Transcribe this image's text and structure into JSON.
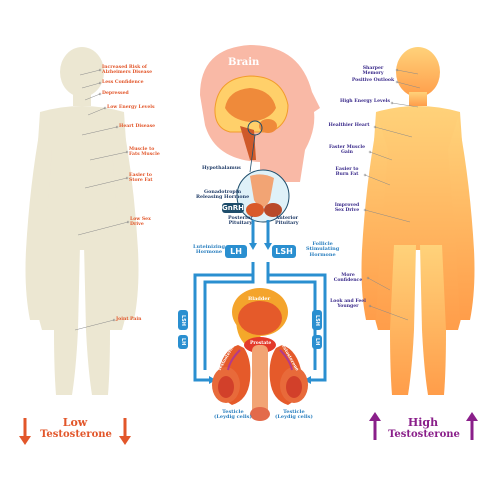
{
  "brain": {
    "title": "Brain",
    "hypothalamus": "Hypothalamus",
    "gnrh_full": "Gonadotropin\nReleasing Hormone",
    "gnrh": "GnRH",
    "posterior": "Posterior\nPituitary",
    "anterior": "Anterior\nPituitary"
  },
  "hormones": {
    "lh": "LH",
    "lsh": "LSH",
    "lh_full": "Luteinizing\nHormone",
    "lsh_full": "Follicle\nStimulating\nHormone"
  },
  "lower": {
    "bladder": "Bladder",
    "prostate": "Prostate",
    "testosterone": "Testosterone",
    "testicle_left": "Testicle\n(Leydig cells)",
    "testicle_right": "Testicle\n(Leydig cells)",
    "side_lsh": "LSH",
    "side_lh": "LH"
  },
  "low_effects": [
    "Increased Risk of\nAlzheimers Disease",
    "Less Confidence",
    "Depressed",
    "Low Energy Levels",
    "Heart Disease",
    "Muscle to\nFats Muscle",
    "Easier to\nStore Fat",
    "Low Sex\nDrive",
    "Joint Pain"
  ],
  "high_effects": [
    "Sharper Memory",
    "Positive Outlook",
    "High Energy Levels",
    "Healthier Heart",
    "Faster Muscle\nGain",
    "Easier to\nBurn Fat",
    "Improved\nSex Drive",
    "More\nConfidence",
    "Look and Feel\nYounger"
  ],
  "footer": {
    "low_line1": "Low",
    "low_line2": "Testosterone",
    "high_line1": "High",
    "high_line2": "Testosterone"
  },
  "colors": {
    "low": "#e2562a",
    "high": "#8a1f8a",
    "arrow_blue": "#2a8fd0",
    "pill": "#2a8fd0",
    "dark_pill": "#1e4d6b"
  }
}
